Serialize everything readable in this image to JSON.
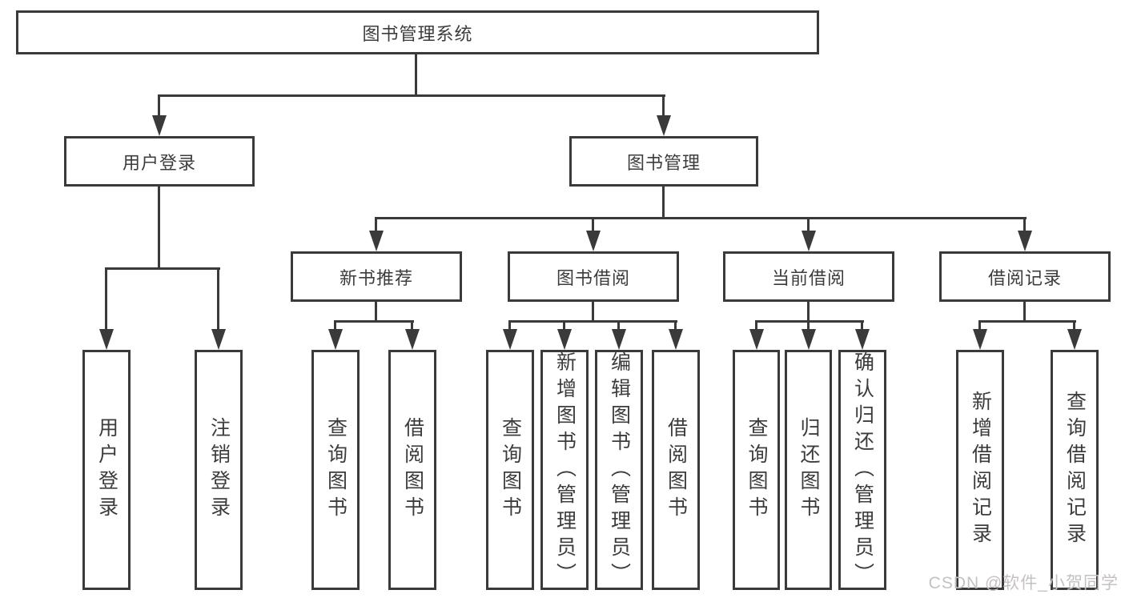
{
  "diagram_title": "图书管理系统",
  "tree": {
    "label": "图书管理系统",
    "children": [
      {
        "label": "用户登录",
        "children": [
          {
            "label": "用户登录"
          },
          {
            "label": "注销登录"
          }
        ]
      },
      {
        "label": "图书管理",
        "children": [
          {
            "label": "新书推荐",
            "children": [
              {
                "label": "查询图书"
              },
              {
                "label": "借阅图书"
              }
            ]
          },
          {
            "label": "图书借阅",
            "children": [
              {
                "label": "查询图书"
              },
              {
                "label": "新增图书（管理员）"
              },
              {
                "label": "编辑图书（管理员）"
              },
              {
                "label": "借阅图书"
              }
            ]
          },
          {
            "label": "当前借阅",
            "children": [
              {
                "label": "查询图书"
              },
              {
                "label": "归还图书"
              },
              {
                "label": "确认归还（管理员）"
              }
            ]
          },
          {
            "label": "借阅记录",
            "children": [
              {
                "label": "新增借阅记录"
              },
              {
                "label": "查询借阅记录"
              }
            ]
          }
        ]
      }
    ]
  },
  "watermark": {
    "text": "CSDN @软件_小贺同学"
  },
  "colors": {
    "line": "#3a3a3a",
    "box_border": "#3a3a3a",
    "text": "#3c3c3c",
    "watermark": "#c5c1c1",
    "background": "#ffffff"
  }
}
